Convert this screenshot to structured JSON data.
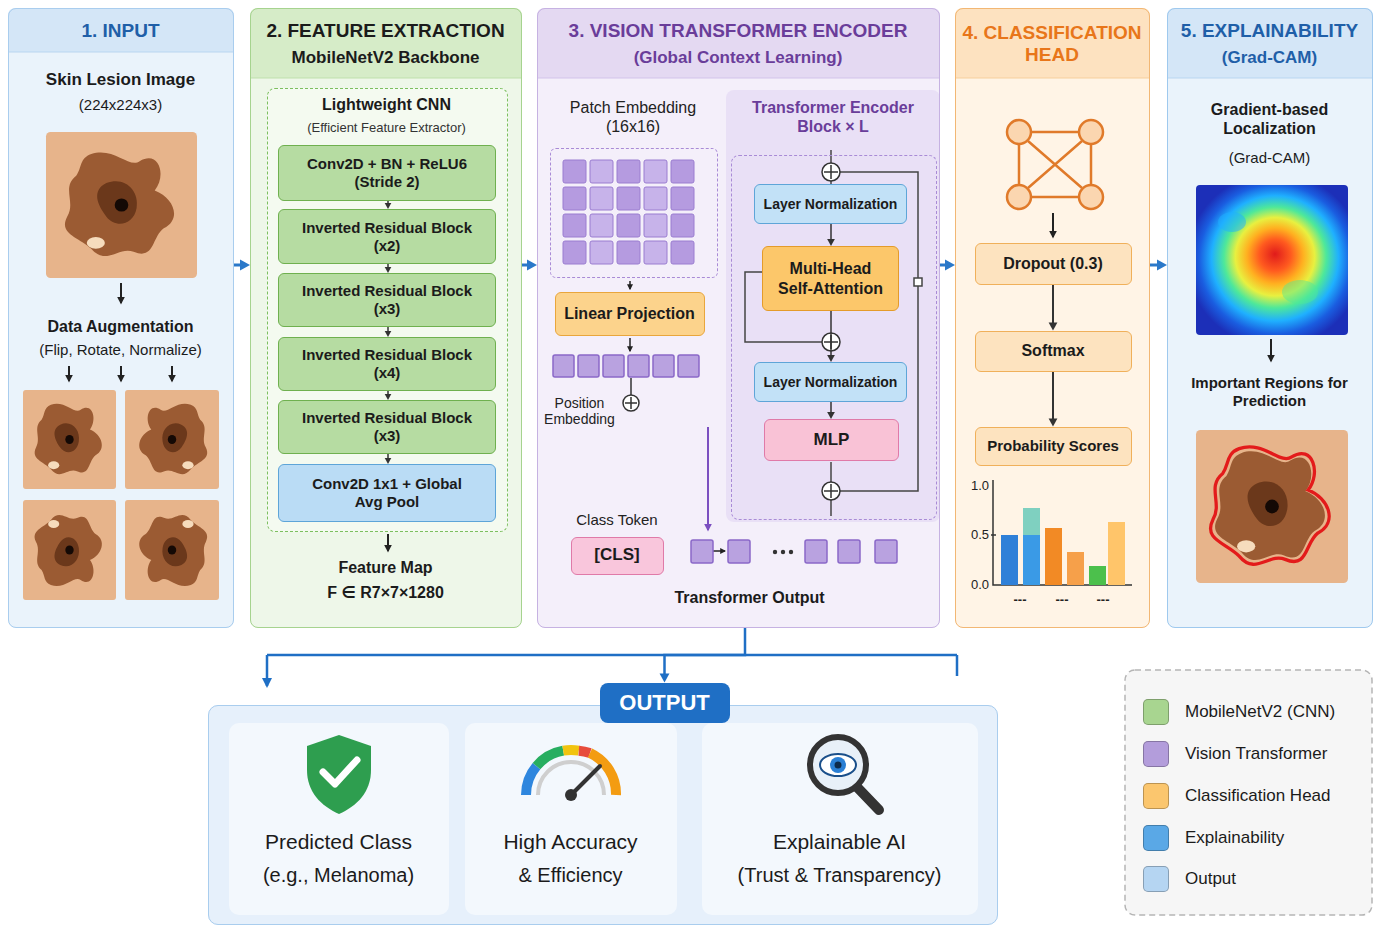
{
  "diagram": {
    "nodes": [
      {
        "text": [
          "1. INPUT",
          "Skin Lesion Image",
          "(224x224x3)",
          "Data Augmentation",
          "(Flip, Rotate, Normalize)"
        ]
      },
      {
        "text": [
          "2. FEATURE EXTRACTION",
          "MobileNetV2 Backbone",
          "Feature Map",
          "F ∈ R7×7×1280"
        ]
      },
      {
        "text": [
          "Lightweight CNN",
          "(Efficient Feature Extractor)"
        ],
        "in": 1
      },
      {
        "text": [
          "Conv2D + BN + ReLU6",
          "(Stride 2)"
        ],
        "in": 2
      },
      {
        "text": [
          "Inverted Residual Block",
          "(x2)"
        ],
        "in": 2
      },
      {
        "text": [
          "Inverted Residual Block",
          "(x3)"
        ],
        "in": 2
      },
      {
        "text": [
          "Inverted Residual Block",
          "(x4)"
        ],
        "in": 2
      },
      {
        "text": [
          "Inverted Residual Block",
          "(x3)"
        ],
        "in": 2
      },
      {
        "text": [
          "Conv2D 1x1 + Global Avg Pool"
        ],
        "in": 2
      },
      {
        "text": [
          "3. VISION TRANSFORMER ENCODER",
          "(Global Context Learning)",
          "Position Embedding",
          "Class Token",
          "Transformer Output"
        ]
      },
      {
        "text": [
          "Patch Embedding (16x16)"
        ],
        "in": 9
      },
      {
        "text": [
          "Linear Projection"
        ],
        "in": 9
      },
      {
        "text": [
          "Transformer Encoder Block × L"
        ],
        "in": 9
      },
      {
        "text": [
          "Layer Normalization"
        ],
        "in": 12
      },
      {
        "text": [
          "Multi-Head Self-Attention"
        ],
        "in": 12
      },
      {
        "text": [
          "Layer Normalization"
        ],
        "in": 12
      },
      {
        "text": [
          "MLP"
        ],
        "in": 12
      },
      {
        "text": [
          "[CLS]"
        ],
        "in": 9
      },
      {
        "text": [
          "4. CLASSIFICATION HEAD"
        ]
      },
      {
        "text": [
          "Dropout (0.3)"
        ],
        "in": 18
      },
      {
        "text": [
          "Softmax"
        ],
        "in": 18
      },
      {
        "text": [
          "Probability Scores"
        ],
        "in": 18
      },
      {
        "text": [
          "5. EXPLAINABILITY",
          "(Grad-CAM)",
          "Gradient-based Localization",
          "(Grad-CAM)",
          "Important Regions for Prediction"
        ]
      },
      {
        "text": [
          "OUTPUT"
        ]
      },
      {
        "text": [
          "Predicted Class",
          "(e.g., Melanoma)"
        ],
        "in": 23
      },
      {
        "text": [
          "High Accuracy",
          "& Efficiency"
        ],
        "in": 23
      },
      {
        "text": [
          "Explainable AI",
          "(Trust & Transparency)"
        ],
        "in": 23
      }
    ],
    "edges": [
      {
        "from": 0,
        "to": 1,
        "arrow": "to"
      },
      {
        "from": 1,
        "to": 9,
        "arrow": "to"
      },
      {
        "from": 9,
        "to": 18,
        "arrow": "to"
      },
      {
        "from": 18,
        "to": 22,
        "arrow": "to"
      },
      {
        "from": 9,
        "to": 23,
        "arrow": "to"
      },
      {
        "from": 3,
        "to": 4,
        "arrow": "to"
      },
      {
        "from": 4,
        "to": 5,
        "arrow": "to"
      },
      {
        "from": 5,
        "to": 6,
        "arrow": "to"
      },
      {
        "from": 6,
        "to": 7,
        "arrow": "to"
      },
      {
        "from": 7,
        "to": 8,
        "arrow": "to"
      },
      {
        "from": 13,
        "to": 14,
        "arrow": "to"
      },
      {
        "from": 14,
        "to": 15,
        "arrow": "to"
      },
      {
        "from": 15,
        "to": 16,
        "arrow": "to"
      },
      {
        "from": 19,
        "to": 20,
        "arrow": "to"
      },
      {
        "from": 20,
        "to": 21,
        "arrow": "to"
      }
    ],
    "labels": [
      "1.0",
      "0.5",
      "0.0",
      "---",
      "---",
      "---"
    ],
    "legend": [
      {
        "text": "MobileNetV2 (CNN)",
        "color": "#a8d590"
      },
      {
        "text": "Vision Transformer",
        "color": "#b39ddb"
      },
      {
        "text": "Classification Head",
        "color": "#fbc66e"
      },
      {
        "text": "Explainability",
        "color": "#5aa8e6"
      },
      {
        "text": "Output",
        "color": "#b5d5f2"
      }
    ]
  }
}
